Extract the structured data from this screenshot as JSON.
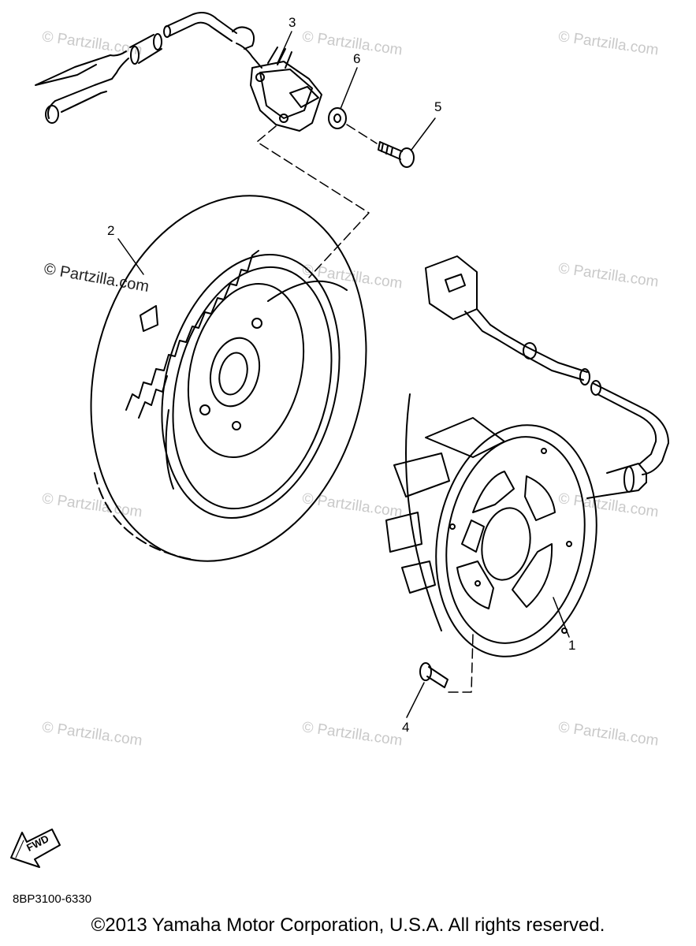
{
  "callouts": {
    "c1": "1",
    "c2": "2",
    "c3": "3",
    "c4": "4",
    "c5": "5",
    "c6": "6"
  },
  "watermark": "© Partzilla.com",
  "fwd_label": "FWD",
  "diagram_code": "8BP3100-6330",
  "copyright": "©2013 Yamaha Motor Corporation, U.S.A. All rights reserved.",
  "colors": {
    "line": "#000000",
    "watermark": "#c9c9c9",
    "background": "#ffffff"
  }
}
